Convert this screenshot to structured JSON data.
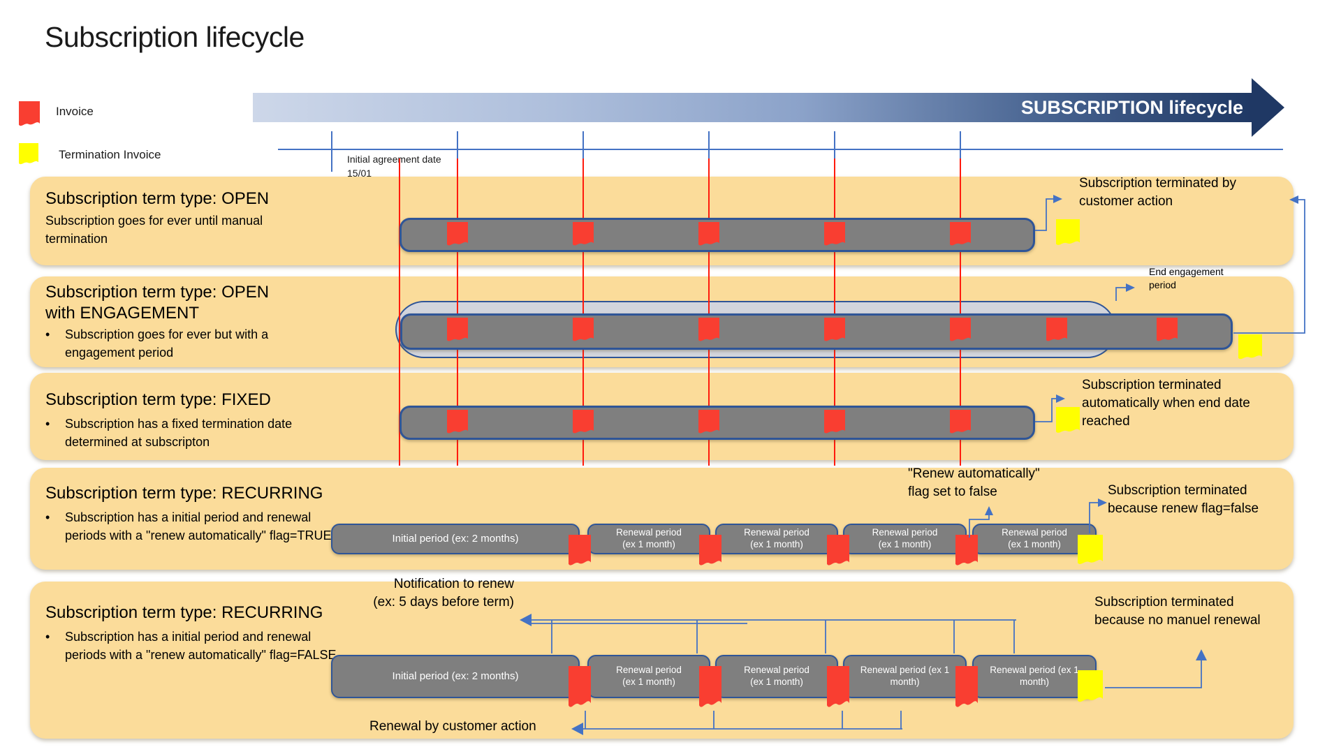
{
  "title": "Subscription lifecycle",
  "legend": {
    "invoice_label": "Invoice",
    "termination_label": "Termination Invoice"
  },
  "lifecycle_arrow_label": "SUBSCRIPTION lifecycle",
  "timeline": {
    "initial_agreement_label": "Initial agreement date",
    "initial_agreement_date": "15/01",
    "tick_xs": [
      475,
      655,
      835,
      1015,
      1195,
      1375
    ]
  },
  "event_line_xs": [
    572,
    655,
    835,
    1015,
    1195,
    1375
  ],
  "colors": {
    "panel_bg": "#fbdc9a",
    "bar_fill": "#7f7f7f",
    "bar_border": "#2f5597",
    "invoice_red": "#f93e31",
    "termination_yellow": "#ffff00",
    "connector_blue": "#4472c4",
    "event_line_red": "#ff1a0d",
    "arrow_dark": "#1f3864",
    "arrow_light": "#cdd7e9"
  },
  "panels": [
    {
      "heading": "Subscription term type: OPEN",
      "body": "Subscription goes for ever until manual termination",
      "bulleted": false,
      "invoice_xs": [
        655,
        835,
        1015,
        1195,
        1375
      ],
      "annotation": "Subscription terminated by customer action"
    },
    {
      "heading": "Subscription term type: OPEN with ENGAGEMENT",
      "body": "Subscription goes for ever but with a engagement period",
      "bulleted": true,
      "invoice_xs": [
        655,
        835,
        1015,
        1195,
        1375,
        1513,
        1671
      ],
      "annotation": "End engagement period"
    },
    {
      "heading": "Subscription term type: FIXED",
      "body": "Subscription has a fixed termination date determined at subscripton",
      "bulleted": true,
      "invoice_xs": [
        655,
        835,
        1015,
        1195,
        1375
      ],
      "annotation": "Subscription terminated automatically when end date reached"
    },
    {
      "heading": "Subscription term type: RECURRING",
      "body": "Subscription has a initial period and renewal periods with a \"renew automatically\" flag=TRUE",
      "bulleted": true,
      "invoice_xs": [
        830,
        1017,
        1200,
        1384
      ],
      "boxes": [
        "Initial period (ex: 2 months)",
        "Renewal period\n(ex 1 month)",
        "Renewal period\n(ex 1 month)",
        "Renewal period\n(ex 1 month)",
        "Renewal period\n(ex 1 month)"
      ],
      "annotations": {
        "flag": "\"Renew automatically\" flag set to false",
        "terminated": "Subscription terminated because renew flag=false"
      }
    },
    {
      "heading": "Subscription term type: RECURRING",
      "body": "Subscription has a initial period and renewal periods with a \"renew automatically\" flag=FALSE",
      "bulleted": true,
      "invoice_xs": [
        830,
        1017,
        1200,
        1384
      ],
      "boxes": [
        "Initial period (ex: 2 months)",
        "Renewal period\n(ex 1 month)",
        "Renewal period\n(ex 1 month)",
        "Renewal period (ex 1\nmonth)",
        "Renewal period (ex 1\nmonth)"
      ],
      "annotations": {
        "notification": "Notification to renew (ex: 5 days before term)",
        "renewal": "Renewal by customer action",
        "terminated": "Subscription terminated because no manuel renewal"
      }
    }
  ]
}
